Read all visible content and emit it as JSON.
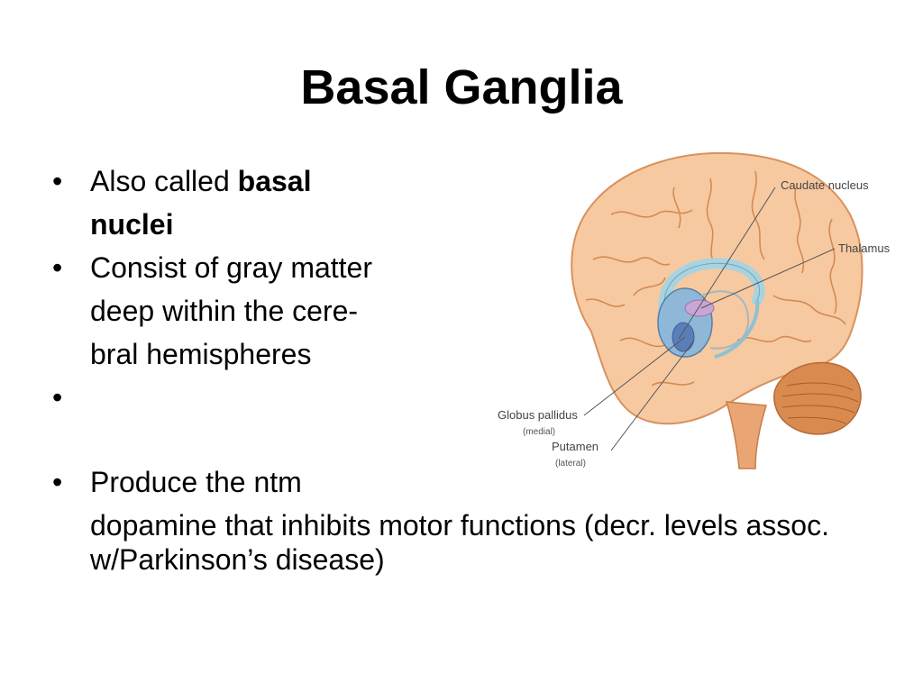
{
  "slide": {
    "title": "Basal Ganglia"
  },
  "bullets": {
    "b1_prefix": "Also called ",
    "b1_bold_1": "basal",
    "b1_bold_2": "nuclei",
    "b2_line1": "Consist of gray matter",
    "b2_line2": "deep within the cere-",
    "b2_line3": "bral hemispheres",
    "b3": "",
    "b4_line1": "Produce the ntm",
    "b4_line2": "dopamine that inhibits motor functions (decr. levels assoc. w/Parkinson’s disease)",
    "bullet_glyph": "•"
  },
  "figure": {
    "labels": {
      "caudate": "Caudate nucleus",
      "thalamus": "Thalamus",
      "globus": "Globus pallidus",
      "globus_sub": "(medial)",
      "putamen": "Putamen",
      "putamen_sub": "(lateral)"
    },
    "colors": {
      "brain_fill": "#f7c9a0",
      "brain_stroke": "#d9915e",
      "cerebellum": "#d98a4e",
      "caudate": "#a9d3e0",
      "putamen": "#8fb8d8",
      "globus": "#5a7fb8",
      "thalamus": "#c9a6d6"
    }
  }
}
